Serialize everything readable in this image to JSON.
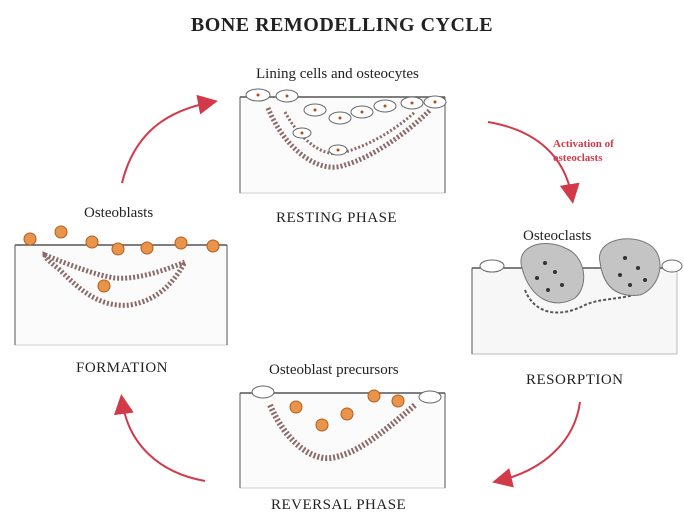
{
  "title": "BONE REMODELLING CYCLE",
  "phases": {
    "resting": {
      "caption": "RESTING PHASE",
      "cells_label": "Lining cells and osteocytes"
    },
    "resorption": {
      "caption": "RESORPTION",
      "cells_label": "Osteoclasts",
      "activation_label": [
        "Activation of",
        "osteoclasts"
      ]
    },
    "reversal": {
      "caption": "REVERSAL PHASE",
      "cells_label": "Osteoblast precursors"
    },
    "formation": {
      "caption": "FORMATION",
      "cells_label": "Osteoblasts"
    }
  },
  "colors": {
    "arrow": "#d23a4a",
    "cell": "#e8944a",
    "cell_core": "#b84818",
    "bone_line": "#8c6a6a"
  }
}
